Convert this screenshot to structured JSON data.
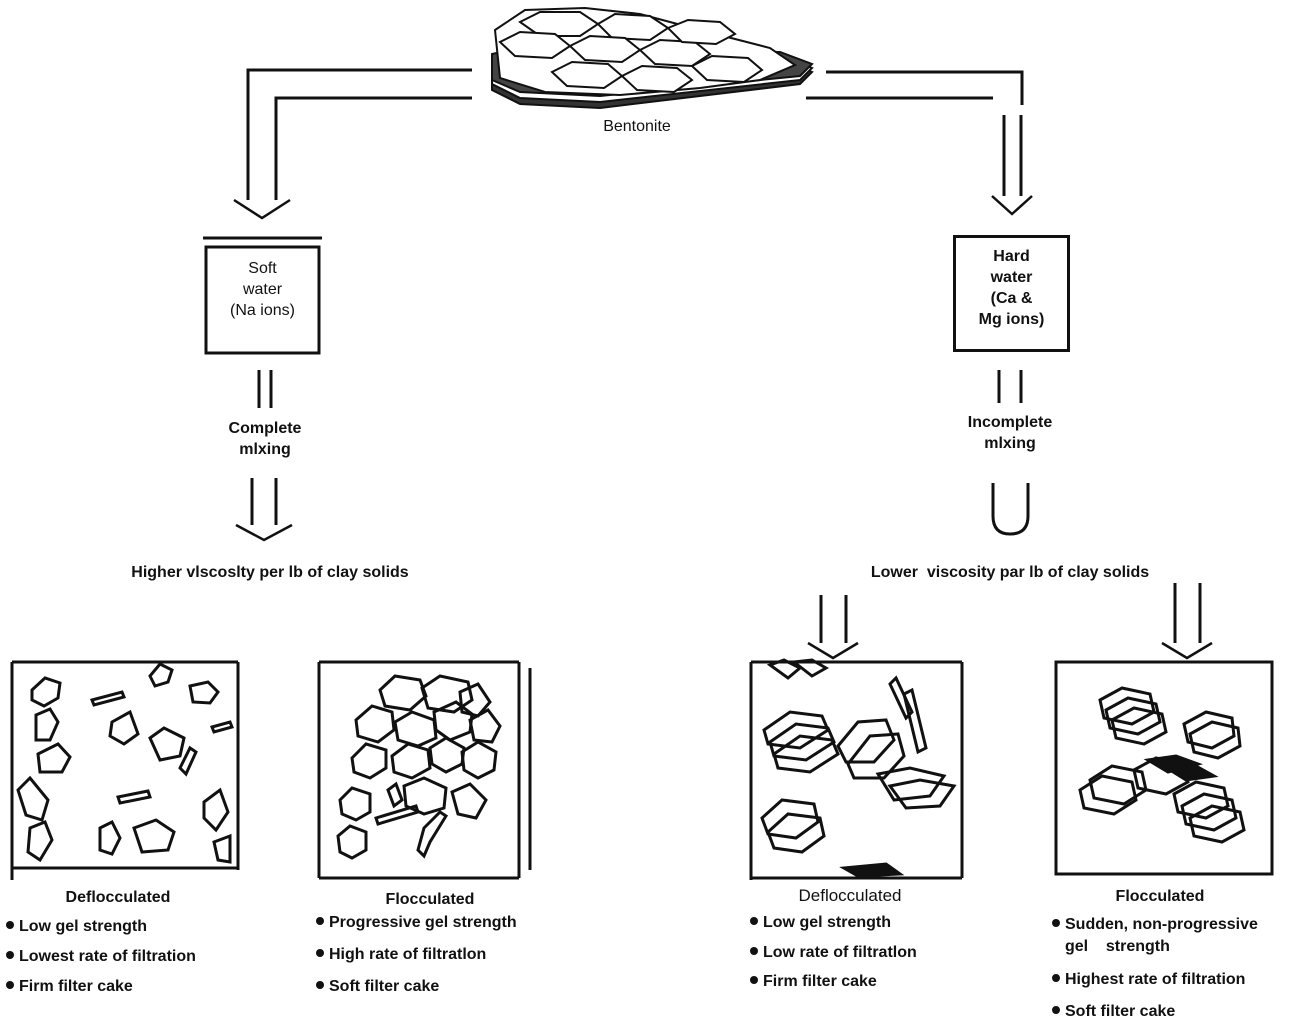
{
  "source": {
    "label": "Bentonite"
  },
  "left_branch": {
    "water_lines": [
      "Soft",
      "water",
      "(Na ions)"
    ],
    "process_lines": [
      "Complete",
      "mlxing"
    ],
    "result": "Higher vlscoslty per lb of clay solids",
    "panels": [
      {
        "title": "Deflocculated",
        "bullets": [
          "Low gel strength",
          "Lowest rate of filtration",
          "Firm filter cake"
        ]
      },
      {
        "title": "Flocculated",
        "bullets": [
          "Progressive gel strength",
          "High rate of filtratlon",
          "Soft filter cake"
        ]
      }
    ]
  },
  "right_branch": {
    "water_lines": [
      "Hard",
      "water",
      "(Ca &",
      "Mg ions)"
    ],
    "process_lines": [
      "Incomplete",
      "mlxing"
    ],
    "result": "Lower  viscosity par lb of clay solids",
    "panels": [
      {
        "title": "Deflocculated",
        "bullets": [
          "Low gel strength",
          "Low rate of filtratlon",
          "Firm filter cake"
        ]
      },
      {
        "title": "Flocculated",
        "bullets": [
          "Sudden, non-progressive",
          "gel    strength",
          "Highest rate of filtration",
          "Soft filter cake"
        ]
      }
    ]
  }
}
